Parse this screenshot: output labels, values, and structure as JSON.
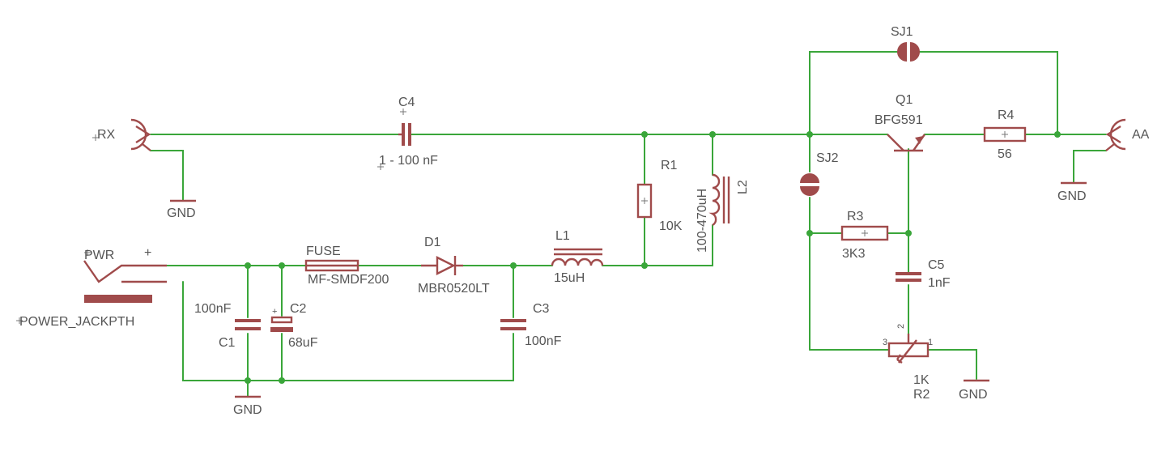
{
  "colors": {
    "wire": "#3aa63a",
    "component": "#a04b4b",
    "text": "#555555"
  },
  "rx": {
    "name": "RX"
  },
  "aa": {
    "name": "AA"
  },
  "gnd": {
    "label": "GND"
  },
  "pwr": {
    "name": "PWR",
    "plus": "+",
    "value": "POWER_JACKPTH"
  },
  "fuse": {
    "name": "FUSE",
    "value": "MF-SMDF200"
  },
  "d1": {
    "name": "D1",
    "value": "MBR0520LT"
  },
  "l1": {
    "name": "L1",
    "value": "15uH"
  },
  "l2": {
    "name": "L2",
    "value": "100-470uH"
  },
  "r1": {
    "name": "R1",
    "value": "10K"
  },
  "r2": {
    "name": "R2",
    "value": "1K",
    "pin1": "1",
    "pin2": "2",
    "pin3": "3"
  },
  "r3": {
    "name": "R3",
    "value": "3K3"
  },
  "r4": {
    "name": "R4",
    "value": "56"
  },
  "c1": {
    "name": "C1",
    "value": "100nF"
  },
  "c2": {
    "name": "C2",
    "value": "68uF",
    "polarity": "+"
  },
  "c3": {
    "name": "C3",
    "value": "100nF"
  },
  "c4": {
    "name": "C4",
    "value": "1 - 100 nF"
  },
  "c5": {
    "name": "C5",
    "value": "1nF"
  },
  "q1": {
    "name": "Q1",
    "value": "BFG591"
  },
  "sj1": {
    "name": "SJ1"
  },
  "sj2": {
    "name": "SJ2"
  }
}
